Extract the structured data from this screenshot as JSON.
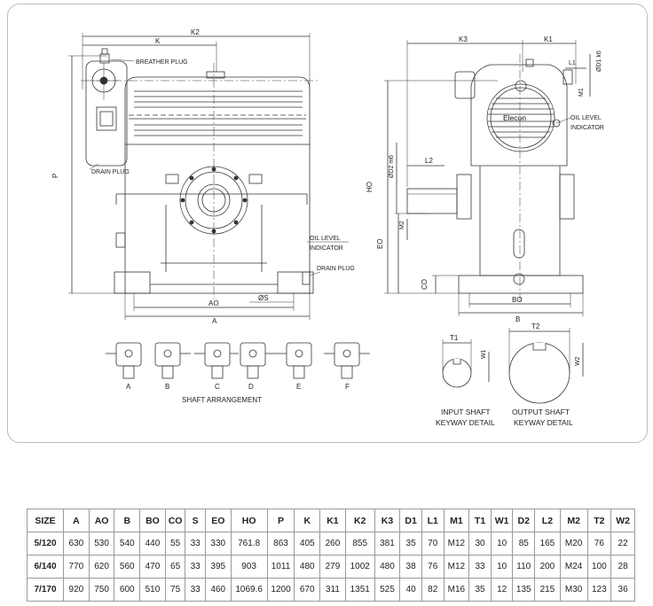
{
  "drawing": {
    "labels": {
      "k2": "K2",
      "k": "K",
      "breather_plug": "BREATHER PLUG",
      "drain_plug_left": "DRAIN PLUG",
      "p": "P",
      "oil_level_front_1": "OIL LEVEL",
      "oil_level_front_2": "INDICATOR",
      "drain_plug_right": "DRAIN PLUG",
      "s": "ØS",
      "ao": "AO",
      "a": "A",
      "k3": "K3",
      "k1": "K1",
      "d1": "ØD1 k6",
      "l1": "L1",
      "m1": "M1",
      "brand": "Elecon",
      "oil_level_side_1": "OIL LEVEL",
      "oil_level_side_2": "INDICATOR",
      "d2": "ØD2 m6",
      "l2": "L2",
      "ho": "HO",
      "m2": "M2",
      "eo": "EO",
      "co": "CO",
      "bo": "BO",
      "b": "B"
    },
    "shaft_arrangement": {
      "variants": [
        "A",
        "B",
        "C",
        "D",
        "E",
        "F"
      ],
      "caption": "SHAFT ARRANGEMENT"
    },
    "keyway": {
      "input_labels": {
        "t": "T1",
        "w": "W1"
      },
      "input_caption_1": "INPUT SHAFT",
      "input_caption_2": "KEYWAY DETAIL",
      "output_labels": {
        "t": "T2",
        "w": "W2"
      },
      "output_caption_1": "OUTPUT SHAFT",
      "output_caption_2": "KEYWAY DETAIL"
    }
  },
  "table": {
    "headers": [
      "SIZE",
      "A",
      "AO",
      "B",
      "BO",
      "CO",
      "S",
      "EO",
      "HO",
      "P",
      "K",
      "K1",
      "K2",
      "K3",
      "D1",
      "L1",
      "M1",
      "T1",
      "W1",
      "D2",
      "L2",
      "M2",
      "T2",
      "W2"
    ],
    "rows": [
      [
        "5/120",
        "630",
        "530",
        "540",
        "440",
        "55",
        "33",
        "330",
        "761.8",
        "863",
        "405",
        "260",
        "855",
        "381",
        "35",
        "70",
        "M12",
        "30",
        "10",
        "85",
        "165",
        "M20",
        "76",
        "22"
      ],
      [
        "6/140",
        "770",
        "620",
        "560",
        "470",
        "65",
        "33",
        "395",
        "903",
        "1011",
        "480",
        "279",
        "1002",
        "480",
        "38",
        "76",
        "M12",
        "33",
        "10",
        "110",
        "200",
        "M24",
        "100",
        "28"
      ],
      [
        "7/170",
        "920",
        "750",
        "600",
        "510",
        "75",
        "33",
        "460",
        "1069.6",
        "1200",
        "670",
        "311",
        "1351",
        "525",
        "40",
        "82",
        "M16",
        "35",
        "12",
        "135",
        "215",
        "M30",
        "123",
        "36"
      ]
    ]
  }
}
